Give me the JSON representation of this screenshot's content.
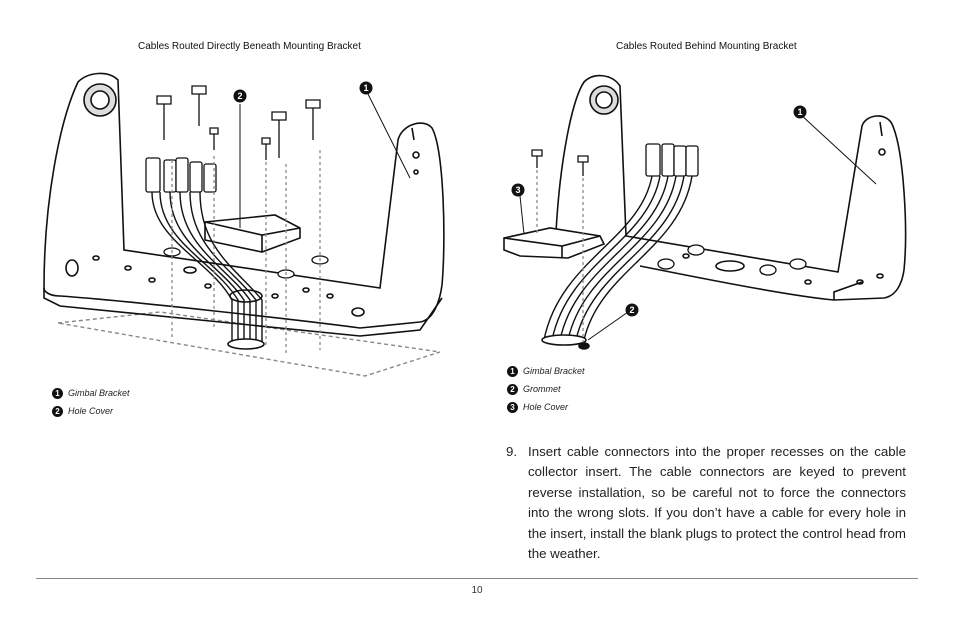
{
  "left_figure": {
    "caption": "Cables Routed Directly Beneath Mounting Bracket",
    "callouts": [
      "1",
      "2"
    ],
    "legend": [
      {
        "num": "1",
        "label": "Gimbal Bracket"
      },
      {
        "num": "2",
        "label": "Hole Cover"
      }
    ]
  },
  "right_figure": {
    "caption": "Cables Routed Behind Mounting Bracket",
    "callouts": [
      "1",
      "2",
      "3"
    ],
    "legend": [
      {
        "num": "1",
        "label": "Gimbal Bracket"
      },
      {
        "num": "2",
        "label": "Grommet"
      },
      {
        "num": "3",
        "label": "Hole Cover"
      }
    ]
  },
  "step": {
    "number": "9.",
    "text": "Insert cable connectors into the proper recesses on the cable collector insert. The cable connectors are keyed to prevent reverse installation, so be careful not to force the connectors into the wrong slots. If you don’t have a cable for every hole in the insert, install the blank plugs to protect the control head from the weather."
  },
  "page_number": "10"
}
